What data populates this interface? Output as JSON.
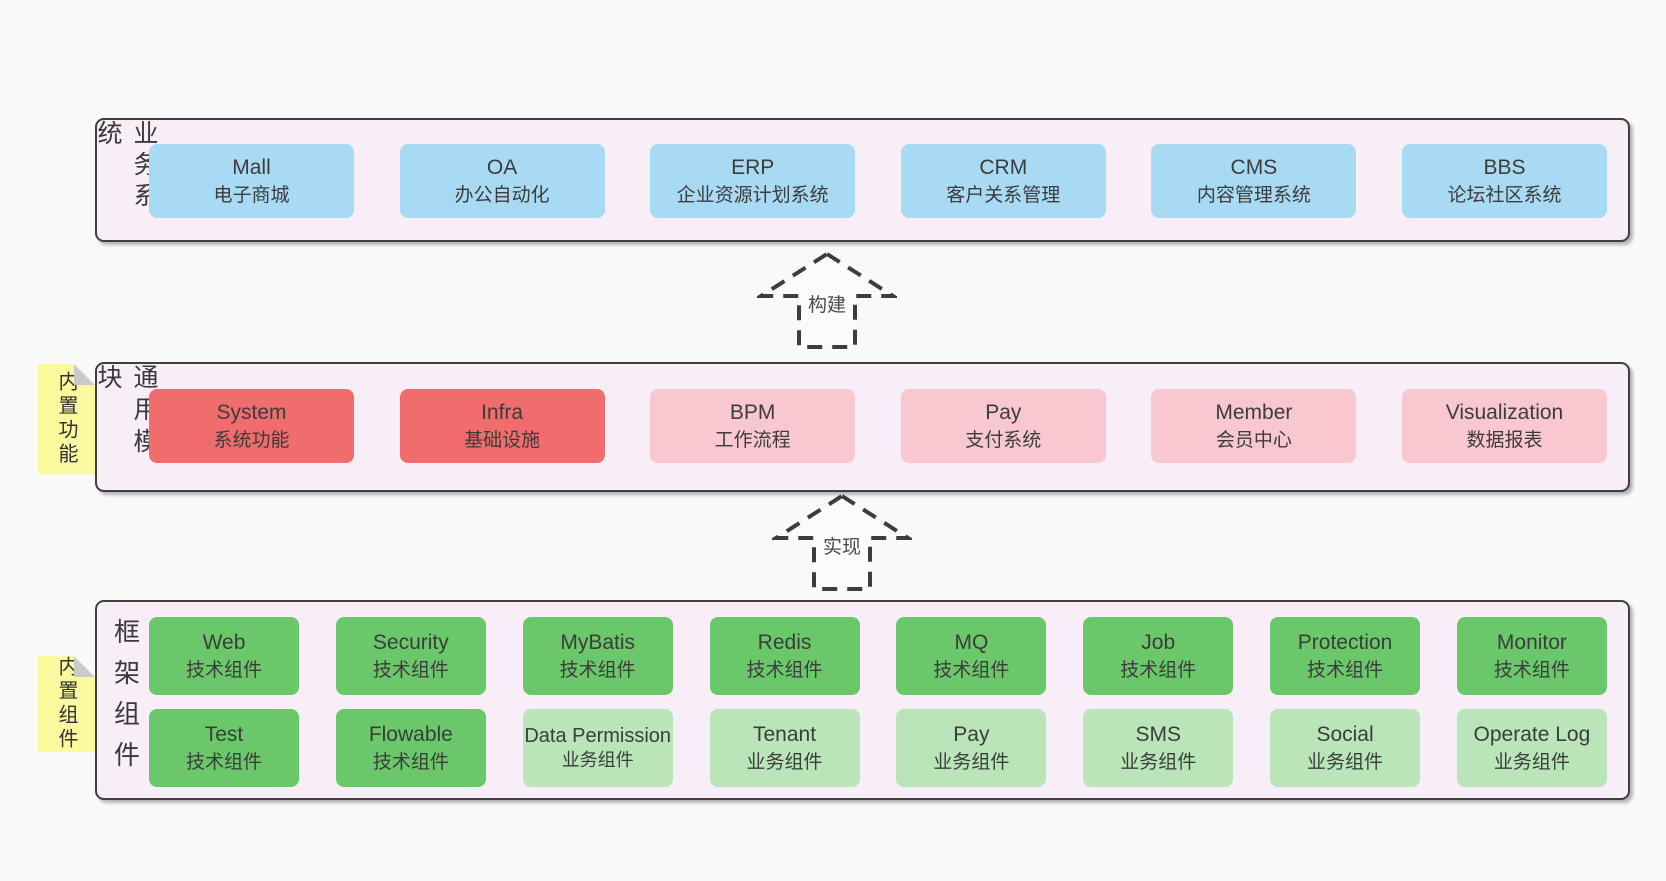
{
  "diagram": {
    "background": "#f9f9f9",
    "colors": {
      "layer_bg": "#f7eef7",
      "layer_border": "#3f3f3f",
      "blue_box": "#a9daf4",
      "red_box": "#f16c6c",
      "pink_box": "#f9c7cf",
      "green_box": "#6ac86a",
      "light_green_box": "#b9e5b9",
      "sticky_note": "#fbf99e",
      "text": "#3c3c3c"
    },
    "layers": [
      {
        "label": "业务系统",
        "items": [
          {
            "name": "Mall",
            "desc": "电子商城"
          },
          {
            "name": "OA",
            "desc": "办公自动化"
          },
          {
            "name": "ERP",
            "desc": "企业资源计划系统"
          },
          {
            "name": "CRM",
            "desc": "客户关系管理"
          },
          {
            "name": "CMS",
            "desc": "内容管理系统"
          },
          {
            "name": "BBS",
            "desc": "论坛社区系统"
          }
        ]
      },
      {
        "label": "通用模块",
        "sticky_note": "内置功能",
        "items": [
          {
            "name": "System",
            "desc": "系统功能"
          },
          {
            "name": "Infra",
            "desc": "基础设施"
          },
          {
            "name": "BPM",
            "desc": "工作流程"
          },
          {
            "name": "Pay",
            "desc": "支付系统"
          },
          {
            "name": "Member",
            "desc": "会员中心"
          },
          {
            "name": "Visualization",
            "desc": "数据报表"
          }
        ]
      },
      {
        "label": "框架组件",
        "sticky_note": "内置组件",
        "row1": [
          {
            "name": "Web",
            "desc": "技术组件"
          },
          {
            "name": "Security",
            "desc": "技术组件"
          },
          {
            "name": "MyBatis",
            "desc": "技术组件"
          },
          {
            "name": "Redis",
            "desc": "技术组件"
          },
          {
            "name": "MQ",
            "desc": "技术组件"
          },
          {
            "name": "Job",
            "desc": "技术组件"
          },
          {
            "name": "Protection",
            "desc": "技术组件"
          },
          {
            "name": "Monitor",
            "desc": "技术组件"
          }
        ],
        "row2": [
          {
            "name": "Test",
            "desc": "技术组件"
          },
          {
            "name": "Flowable",
            "desc": "技术组件"
          },
          {
            "name": "Data Permission",
            "desc": "业务组件"
          },
          {
            "name": "Tenant",
            "desc": "业务组件"
          },
          {
            "name": "Pay",
            "desc": "业务组件"
          },
          {
            "name": "SMS",
            "desc": "业务组件"
          },
          {
            "name": "Social",
            "desc": "业务组件"
          },
          {
            "name": "Operate Log",
            "desc": "业务组件"
          }
        ]
      }
    ],
    "arrows": [
      {
        "label": "构建"
      },
      {
        "label": "实现"
      }
    ]
  }
}
